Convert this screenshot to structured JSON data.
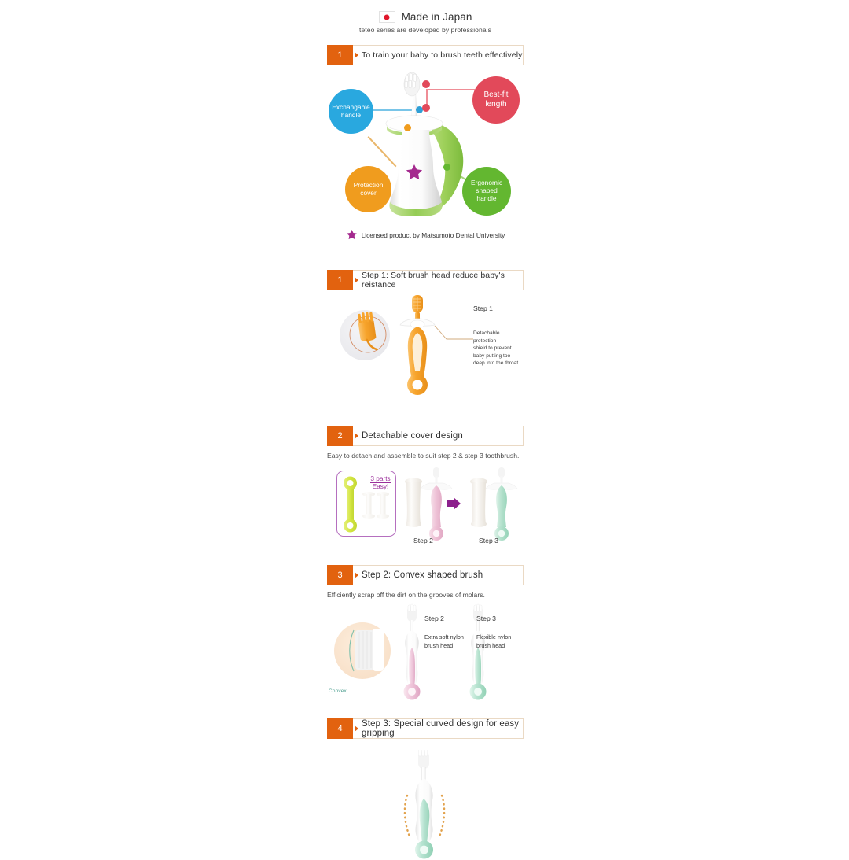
{
  "header": {
    "flag_icon": "japan-flag-icon",
    "made_in": "Made in Japan",
    "subtitle": "teteo series are developed by professionals"
  },
  "sections": [
    {
      "number": "1",
      "title": "To train  your baby to brush teeth effectively",
      "bubbles": [
        {
          "label": "Exchangable\nhandle",
          "line1": "Exchangable",
          "line2": "handle",
          "color": "#29a8df",
          "name": "exchangable-handle"
        },
        {
          "label": "Best-fit\nlength",
          "line1": "Best-fit",
          "line2": "length",
          "color": "#e2495a",
          "name": "best-fit-length"
        },
        {
          "label": "Protection\ncover",
          "line1": "Protection",
          "line2": "cover",
          "color": "#f09c1e",
          "name": "protection-cover"
        },
        {
          "label": "Ergonomic\nshaped\nhandle",
          "line1": "Ergonomic",
          "line2": "shaped",
          "line3": "handle",
          "color": "#63b730",
          "name": "ergonomic-shaped-handle"
        }
      ],
      "license_note": "Licensed product by Matsumoto Dental University",
      "star_color": "#a42a8e"
    },
    {
      "number": "1",
      "title": "Step 1: Soft brush head reduce baby's reistance",
      "step_label": "Step 1",
      "note": "Detachable protection shield to prevent baby putting too deep into the throat",
      "note_lines": [
        "Detachable protection",
        "shield to prevent",
        "baby putting too",
        "deep into the throat"
      ]
    },
    {
      "number": "2",
      "title": "Detachable cover design",
      "caption": "Easy to detach and assemble to suit step 2 & step 3 toothbrush.",
      "parts_badge_line1": "3 parts",
      "parts_badge_line2": "Easy!",
      "step2_label": "Step 2",
      "step3_label": "Step 3"
    },
    {
      "number": "3",
      "title": "Step 2: Convex shaped brush",
      "caption": "Efficiently scrap off the dirt on the grooves of molars.",
      "convex_label": "Convex",
      "step2_label": "Step 2",
      "step2_desc_line1": "Extra soft nylon",
      "step2_desc_line2": "brush head",
      "step3_label": "Step 3",
      "step3_desc_line1": "Flexible nylon",
      "step3_desc_line2": "brush head"
    },
    {
      "number": "4",
      "title": "Step 3: Special curved design for easy gripping"
    }
  ],
  "colors": {
    "badge_orange": "#e2620f",
    "bar_border": "#ead9c4",
    "blue": "#29a8df",
    "red": "#e2495a",
    "orange": "#f09c1e",
    "green": "#63b730",
    "purple": "#9b2f9b",
    "teal": "#4b9e8f",
    "pink_brush": "#e8b7cc",
    "mint_brush": "#a9dcc8",
    "step1_orange": "#f5a623"
  }
}
